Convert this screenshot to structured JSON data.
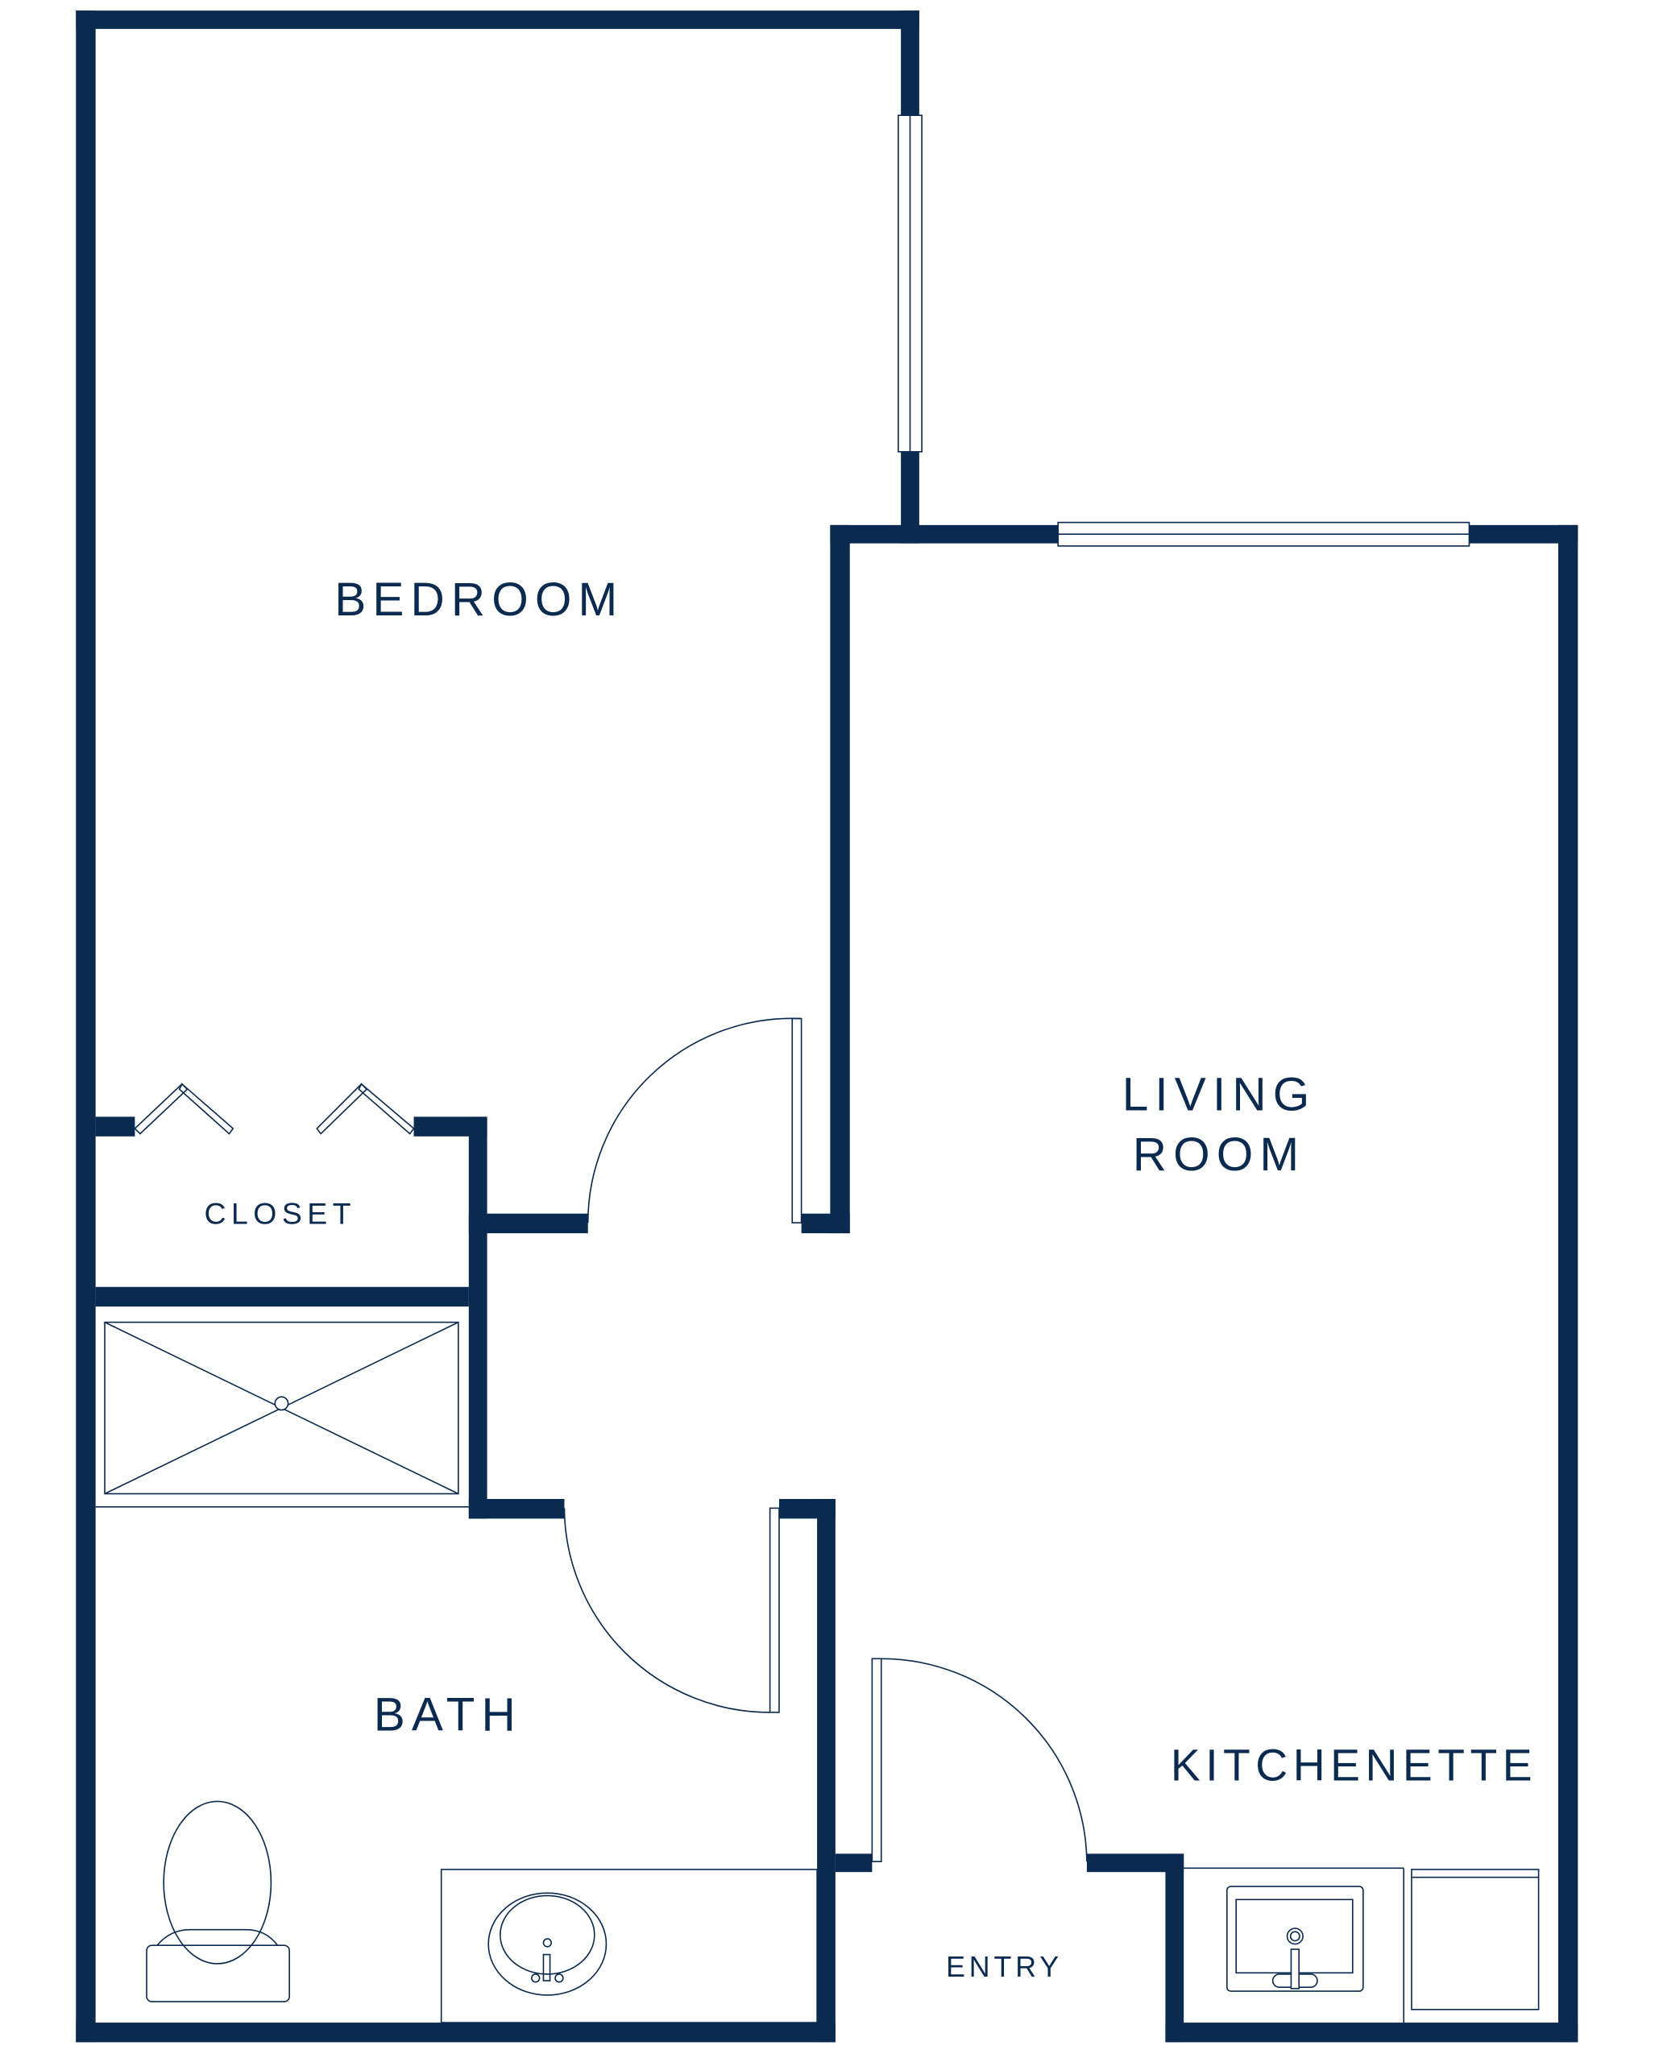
{
  "colors": {
    "wall": "#0b2a4f",
    "background": "#ffffff"
  },
  "rooms": {
    "bedroom": "BEDROOM",
    "living_line1": "LIVING",
    "living_line2": "ROOM",
    "closet": "CLOSET",
    "bath": "BATH",
    "kitchenette": "KITCHENETTE",
    "entry": "ENTRY"
  }
}
